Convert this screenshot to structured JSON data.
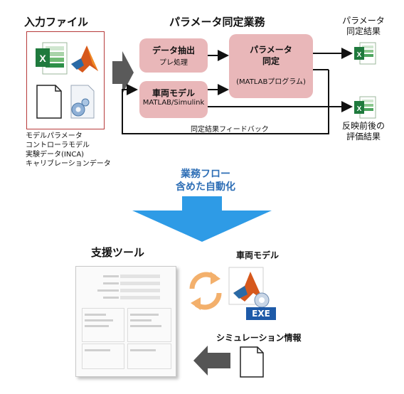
{
  "top": {
    "input_title": "入力ファイル",
    "process_title": "パラメータ同定業務",
    "input_files_caption": [
      "モデルパラメータ",
      "コントローラモデル",
      "実験データ(INCA)",
      "キャリブレーションデータ"
    ],
    "box_data_extract": {
      "title": "データ抽出",
      "sub": "プレ処理"
    },
    "box_vehicle_model": {
      "title": "車両モデル",
      "sub": "MATLAB/Simulink"
    },
    "box_param_id": {
      "title": "パラメータ\n同定",
      "sub": "(MATLABプログラム)"
    },
    "feedback_label": "同定結果フィードバック",
    "output_top_label": "パラメータ\n同定結果",
    "output_bottom_label": "反映前後の\n評価結果"
  },
  "middle": {
    "flow_label": "業務フロー\n含めた自動化"
  },
  "bottom": {
    "tool_title": "支援ツール",
    "vehicle_model_label": "車両モデル",
    "exe_label": "EXE",
    "sim_info_label": "シミュレーション情報"
  },
  "colors": {
    "pink_box": "#e9b7b9",
    "blue_arrow": "#2e9be6",
    "blue_text": "#2f6fb6",
    "excel_green": "#1f7a3d",
    "red_border": "#b73a3a"
  },
  "icons": [
    "excel-icon",
    "matlab-icon",
    "document-icon",
    "config-file-icon",
    "sync-arrows-icon",
    "exe-icon"
  ]
}
